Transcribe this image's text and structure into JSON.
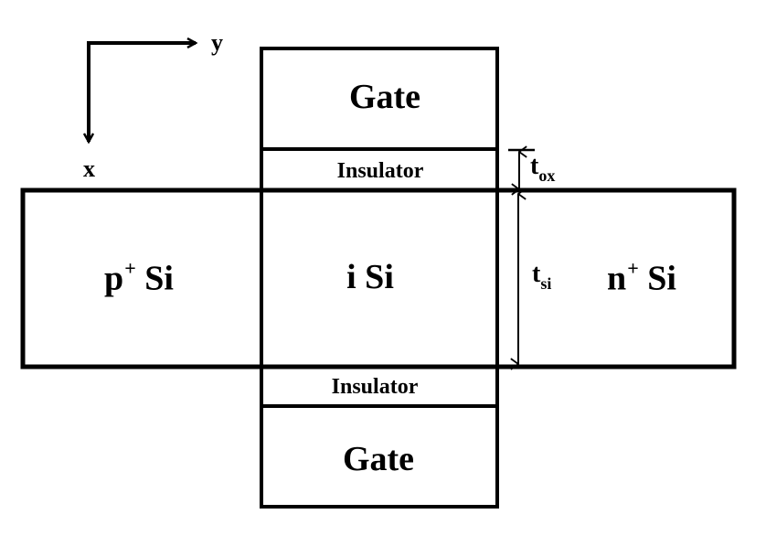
{
  "diagram": {
    "type": "double-gate TFET cross-section",
    "axes": {
      "horizontal_label": "y",
      "vertical_label": "x"
    },
    "regions": {
      "top_gate": "Gate",
      "top_insulator": "Insulator",
      "source": {
        "base": "p",
        "sup": "+",
        "rest": " Si"
      },
      "channel": "i Si",
      "drain": {
        "base": "n",
        "sup": "+",
        "rest": " Si"
      },
      "bottom_insulator": "Insulator",
      "bottom_gate": "Gate"
    },
    "dimensions": {
      "oxide_thickness": {
        "base": "t",
        "sub": "ox"
      },
      "silicon_thickness": {
        "base": "t",
        "sub": "si"
      }
    },
    "colors": {
      "stroke": "#000000",
      "background": "#ffffff"
    }
  }
}
